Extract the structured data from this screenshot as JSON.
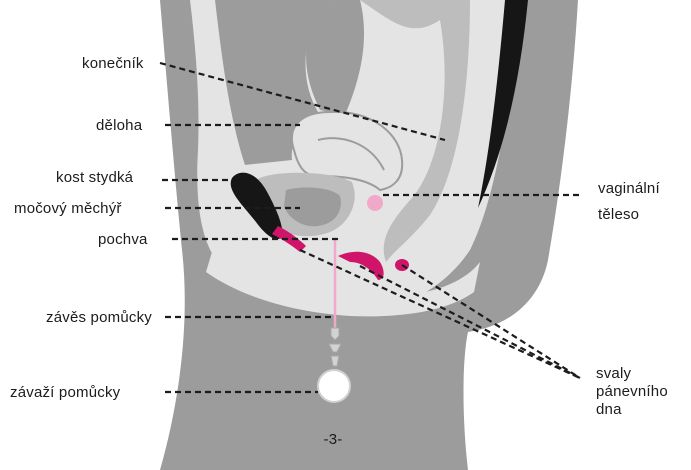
{
  "labels_left": {
    "rectum": "konečník",
    "uterus": "děloha",
    "pubic_bone": "kost stydká",
    "bladder": "močový měchýř",
    "vagina": "pochva",
    "device_string": "závěs pomůcky",
    "device_weight": "závaží pomůcky"
  },
  "labels_right": {
    "perineal_body_line1": "vaginální",
    "perineal_body_line2": "těleso",
    "pelvic_floor_line1": "svaly",
    "pelvic_floor_line2": "pánevního",
    "pelvic_floor_line3": "dna"
  },
  "page_number": "-3-",
  "colors": {
    "tissue_dark": "#9c9c9c",
    "tissue_light": "#e4e4e4",
    "organ_mid": "#bdbdbd",
    "bone_black": "#161616",
    "muscle_magenta": "#d0146a",
    "device_pink": "#f1a9c9",
    "device_gray": "#cfcfcf"
  }
}
